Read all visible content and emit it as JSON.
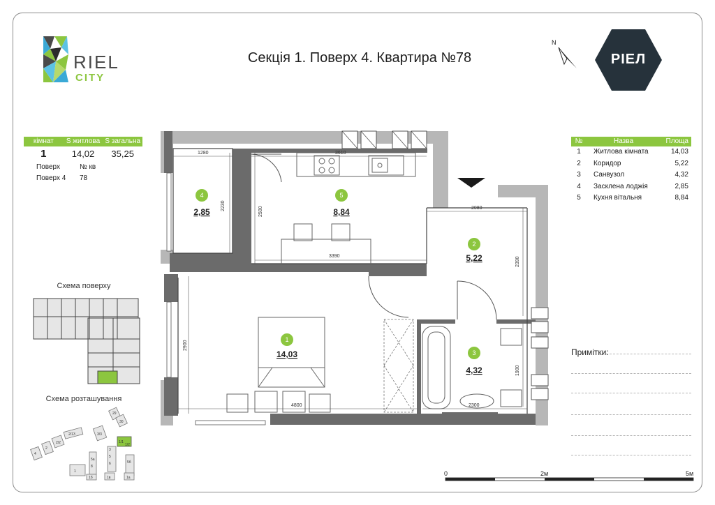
{
  "header": {
    "title": "Секція 1. Поверх 4. Квартира №78",
    "brand_left_line1": "RIEL",
    "brand_left_line2": "CITY",
    "brand_right": "РІЕЛ",
    "compass_label": "N"
  },
  "summary": {
    "headers": [
      "кімнат",
      "S житлова",
      "S загальна"
    ],
    "values": [
      "1",
      "14,02",
      "35,25"
    ],
    "sub_labels": [
      "Поверх",
      "№ кв"
    ],
    "sub_values": [
      "Поверх 4",
      "78"
    ]
  },
  "schemas": {
    "floor": "Схема поверху",
    "location": "Схема розташування"
  },
  "rooms_legend": {
    "headers": [
      "№",
      "Назва",
      "Площа"
    ],
    "rows": [
      {
        "no": "1",
        "name": "Житлова кімната",
        "area": "14,03"
      },
      {
        "no": "2",
        "name": "Коридор",
        "area": "5,22"
      },
      {
        "no": "3",
        "name": "Санвузол",
        "area": "4,32"
      },
      {
        "no": "4",
        "name": "Засклена лоджія",
        "area": "2,85"
      },
      {
        "no": "5",
        "name": "Кухня вітальня",
        "area": "8,84"
      }
    ]
  },
  "notes_label": "Примітки:",
  "plan": {
    "rooms": [
      {
        "no": "1",
        "area": "14,03"
      },
      {
        "no": "2",
        "area": "5,22"
      },
      {
        "no": "3",
        "area": "4,32"
      },
      {
        "no": "4",
        "area": "2,85"
      },
      {
        "no": "5",
        "area": "8,84"
      }
    ],
    "dimensions": [
      "1280",
      "3610",
      "2230",
      "2500",
      "2080",
      "3390",
      "2390",
      "2900",
      "1900",
      "4800",
      "2300"
    ]
  },
  "location_labels": [
    "29",
    "30",
    "2/13",
    "2/2",
    "3/3",
    "1/1",
    "1/2",
    "3",
    "4",
    "2",
    "5",
    "5a",
    "6",
    "8",
    "1",
    "1б",
    "1в",
    "1а",
    "5б"
  ],
  "scale": {
    "labels": [
      "0",
      "2м",
      "5м"
    ]
  },
  "colors": {
    "accent": "#8cc63f",
    "wall": "#6b6b6b",
    "brand_dark": "#26323b"
  }
}
